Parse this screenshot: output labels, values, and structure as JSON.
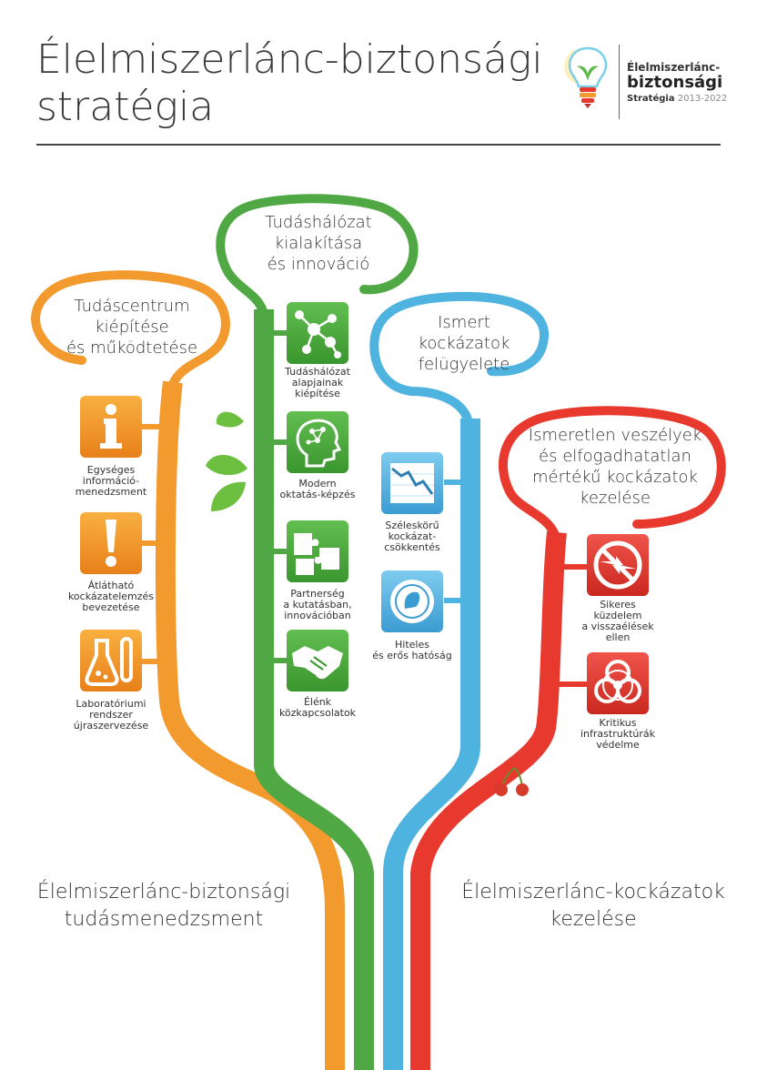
{
  "header": {
    "title_line1": "Élelmiszerlánc-biztonsági",
    "title_line2": "stratégia"
  },
  "logo": {
    "line1": "Élelmiszerlánc-",
    "line2": "biztonsági",
    "line3_bold": "Stratégia",
    "line3_years": " 2013-2022"
  },
  "colors": {
    "orange": "#f39a2e",
    "green": "#4fa843",
    "blue": "#4fb3e0",
    "red": "#e8392f"
  },
  "branches": {
    "orange": {
      "bubble": [
        "Tudáscentrum",
        "kiépítése",
        "és működtetése"
      ],
      "items": [
        {
          "icon": "info-icon",
          "label": [
            "Egységes",
            "információ-",
            "menedzsment"
          ]
        },
        {
          "icon": "exclamation-icon",
          "label": [
            "Átlátható",
            "kockázatelemzés",
            "bevezetése"
          ]
        },
        {
          "icon": "lab-flask-icon",
          "label": [
            "Laboratóriumi",
            "rendszer",
            "újraszervezése"
          ]
        }
      ]
    },
    "green": {
      "bubble": [
        "Tudáshálózat",
        "kialakítása",
        "és innováció"
      ],
      "items": [
        {
          "icon": "network-icon",
          "label": [
            "Tudáshálózat",
            "alapjainak",
            "kiépítése"
          ]
        },
        {
          "icon": "head-brain-icon",
          "label": [
            "Modern",
            "oktatás-képzés"
          ]
        },
        {
          "icon": "puzzle-icon",
          "label": [
            "Partnerség",
            "a kutatásban,",
            "innovációban"
          ]
        },
        {
          "icon": "handshake-icon",
          "label": [
            "Élénk",
            "közkapcsolatok"
          ]
        }
      ]
    },
    "blue": {
      "bubble": [
        "Ismert",
        "kockázatok",
        "felügyelete"
      ],
      "items": [
        {
          "icon": "declining-chart-icon",
          "label": [
            "Széleskörű",
            "kockázat-",
            "csökkentés"
          ]
        },
        {
          "icon": "authority-seal-icon",
          "label": [
            "Hiteles",
            "és erős hatóság"
          ]
        }
      ]
    },
    "red": {
      "bubble": [
        "Ismeretlen veszélyek",
        "és elfogadhatatlan",
        "mértékű kockázatok",
        "kezelése"
      ],
      "items": [
        {
          "icon": "no-entry-arrows-icon",
          "label": [
            "Sikeres",
            "küzdelem",
            "a visszaélések",
            "ellen"
          ]
        },
        {
          "icon": "biohazard-icon",
          "label": [
            "Kritikus",
            "infrastruktúrák",
            "védelme"
          ]
        }
      ]
    }
  },
  "bottom": {
    "left": [
      "Élelmiszerlánc-biztonsági",
      "tudásmenedzsment"
    ],
    "right": [
      "Élelmiszerlánc-kockázatok",
      "kezelése"
    ]
  }
}
